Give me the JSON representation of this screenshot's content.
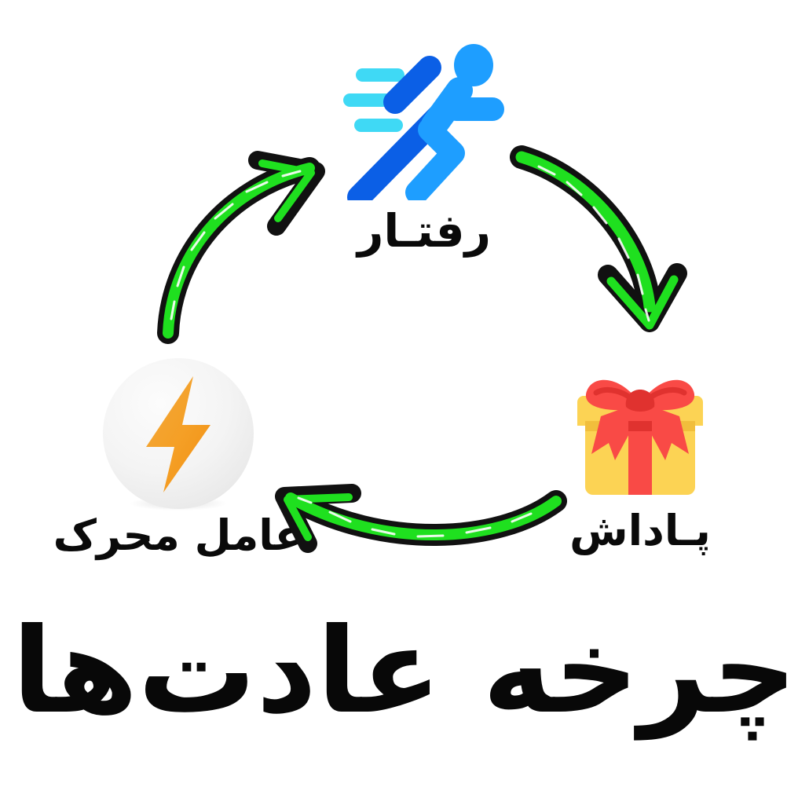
{
  "page": {
    "title": "چرخه عادت‌ها",
    "background_color": "#ffffff",
    "language": "fa",
    "direction": "rtl"
  },
  "diagram": {
    "type": "cycle",
    "node_count": 3,
    "arrow_count": 3,
    "arrow_color": "#1FE01F",
    "arrow_outline_color": "#111111",
    "nodes": [
      {
        "id": "behavior",
        "label": "رفتـار",
        "icon": "running-person-icon",
        "icon_colors": {
          "dark_blue": "#0B5FE6",
          "light_blue": "#1E9EFF",
          "cyan": "#3FD9F5"
        },
        "position": "top"
      },
      {
        "id": "reward",
        "label": "پـاداش",
        "icon": "gift-box-icon",
        "icon_colors": {
          "box_yellow": "#FCD354",
          "box_yellow_dark": "#F2BE3C",
          "ribbon_red": "#F94A46",
          "ribbon_red_dark": "#E0322F"
        },
        "position": "bottom-right"
      },
      {
        "id": "trigger",
        "label": "عامل محرک",
        "icon": "lightning-bolt-icon",
        "icon_colors": {
          "bolt_orange_light": "#F0A132",
          "bolt_orange": "#F59318",
          "circle_bg": "#F3F3F3"
        },
        "position": "bottom-left"
      }
    ],
    "arrows": [
      {
        "id": "behavior-to-reward",
        "from": "behavior",
        "to": "reward",
        "direction": "down-right-curve"
      },
      {
        "id": "reward-to-trigger",
        "from": "reward",
        "to": "trigger",
        "direction": "left-curve"
      },
      {
        "id": "trigger-to-behavior",
        "from": "trigger",
        "to": "behavior",
        "direction": "up-right-curve"
      }
    ]
  }
}
